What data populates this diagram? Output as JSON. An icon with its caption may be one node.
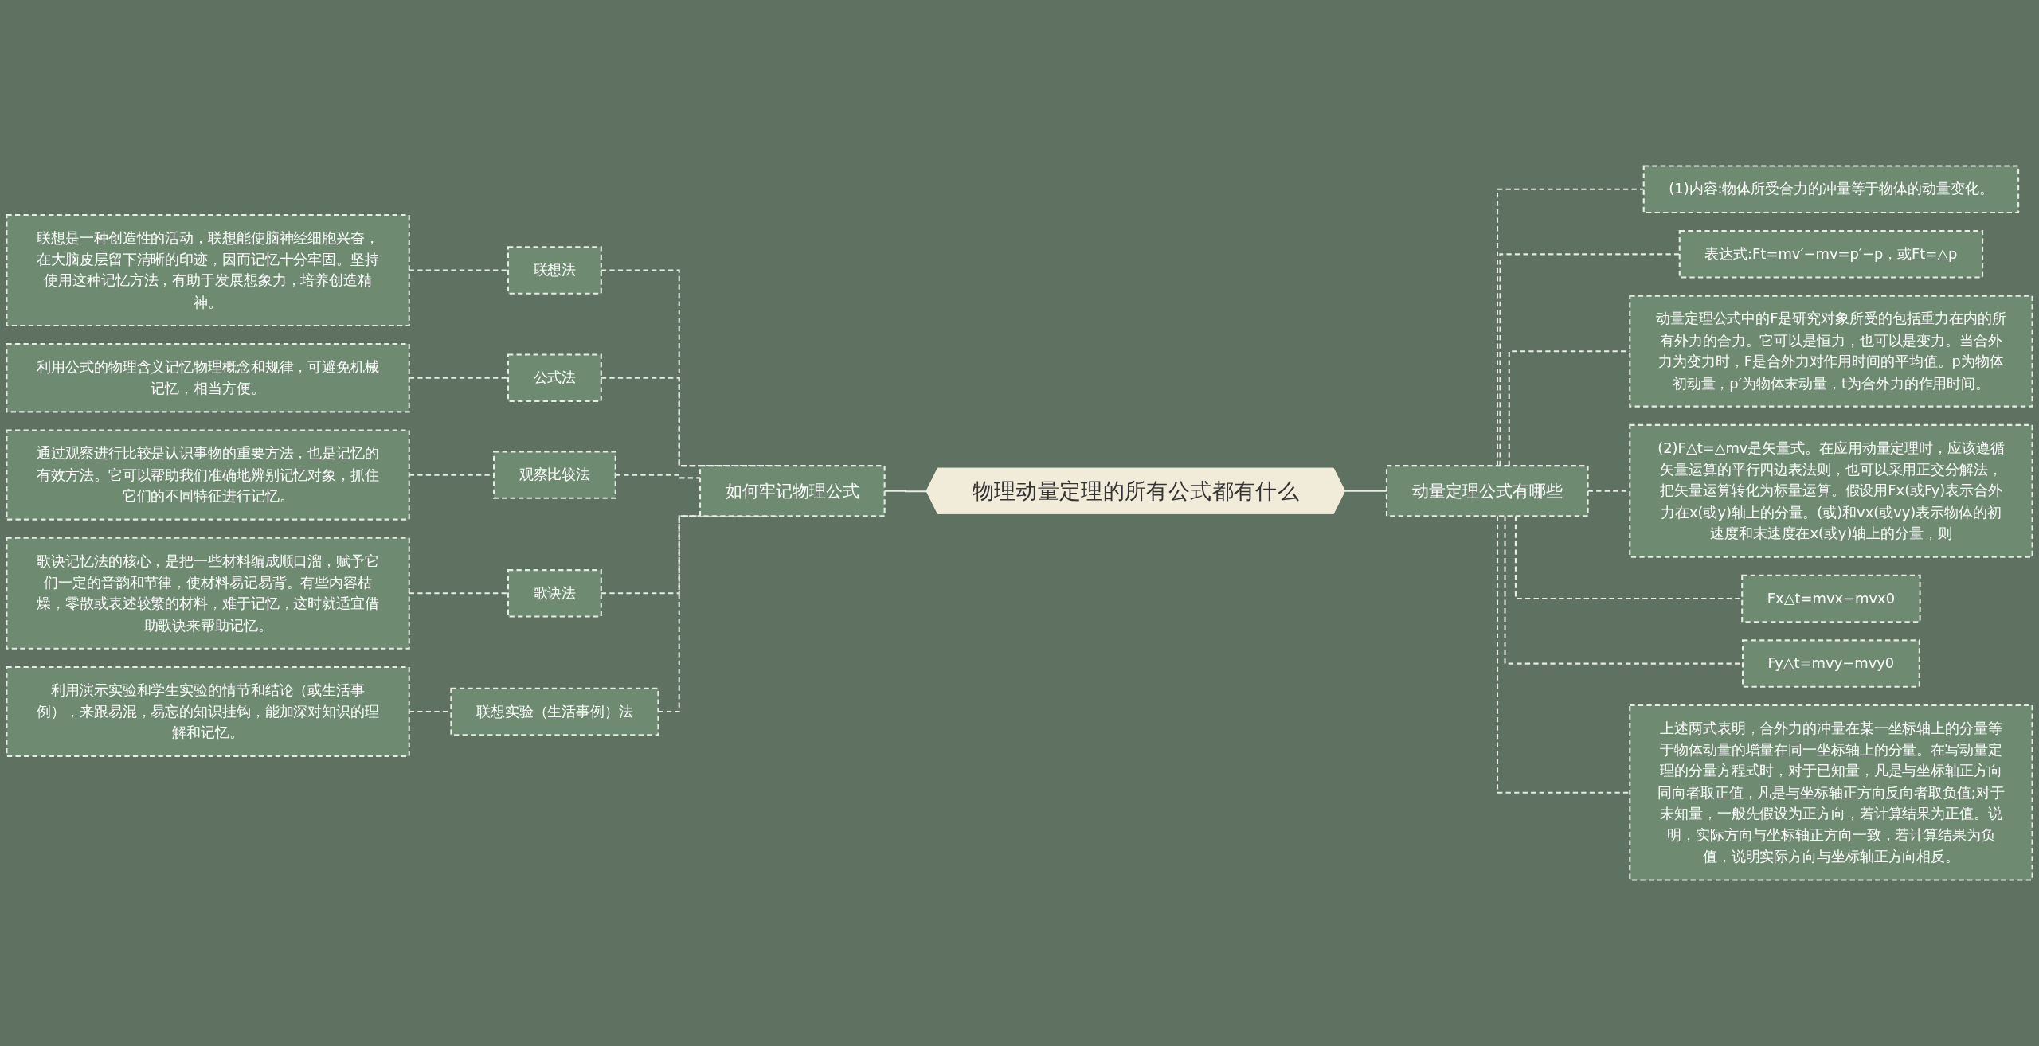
{
  "diagram": {
    "nodes": [
      {
        "text": [
          "物理动量定理的所有公式都有什么"
        ]
      },
      {
        "text": [
          "如何牢记物理公式"
        ]
      },
      {
        "text": [
          "联想法"
        ]
      },
      {
        "text": [
          "联想是一种创造性的活动，联想能使脑神经细胞兴奋，在大脑皮层留下清晰的印迹，因而记忆十分牢固。坚持使用这种记忆方法，有助于发展想象力，培养创造精神。"
        ]
      },
      {
        "text": [
          "公式法"
        ]
      },
      {
        "text": [
          "利用公式的物理含义记忆物理概念和规律，可避免机械记忆，相当方便。"
        ]
      },
      {
        "text": [
          "观察比较法"
        ]
      },
      {
        "text": [
          "通过观察进行比较是认识事物的重要方法，也是记忆的有效方法。它可以帮助我们准确地辨别记忆对象，抓住它们的不同特征进行记忆。"
        ]
      },
      {
        "text": [
          "歌诀法"
        ]
      },
      {
        "text": [
          "歌诀记忆法的核心，是把一些材料编成顺口溜，赋予它们一定的音韵和节律，使材料易记易背。有些内容枯燥，零散或表述较繁的材料，难于记忆，这时就适宜借助歌诀来帮助记忆。"
        ]
      },
      {
        "text": [
          "联想实验（生活事例）法"
        ]
      },
      {
        "text": [
          "利用演示实验和学生实验的情节和结论（或生活事例），来跟易混，易忘的知识挂钩，能加深对知识的理解和记忆。"
        ]
      },
      {
        "text": [
          "动量定理公式有哪些"
        ]
      },
      {
        "text": [
          "(1)内容:物体所受合力的冲量等于物体的动量变化。"
        ]
      },
      {
        "text": [
          "表达式:Ft=mv′−mv=p′−p，或Ft=△p"
        ]
      },
      {
        "text": [
          "动量定理公式中的F是研究对象所受的包括重力在内的所有外力的合力。它可以是恒力，也可以是变力。当合外力为变力时，F是合外力对作用时间的平均值。p为物体初动量，p′为物体末动量，t为合外力的作用时间。"
        ]
      },
      {
        "text": [
          "(2)F△t=△mv是矢量式。在应用动量定理时，应该遵循矢量运算的平行四边表法则，也可以采用正交分解法，把矢量运算转化为标量运算。假设用Fx(或Fy)表示合外力在x(或y)轴上的分量。(或)和vx(或vy)表示物体的初速度和末速度在x(或y)轴上的分量，则"
        ]
      },
      {
        "text": [
          "Fx△t=mvx−mvx0"
        ]
      },
      {
        "text": [
          "Fy△t=mvy−mvy0"
        ]
      },
      {
        "text": [
          "上述两式表明，合外力的冲量在某一坐标轴上的分量等于物体动量的增量在同一坐标轴上的分量。在写动量定理的分量方程式时，对于已知量，凡是与坐标轴正方向同向者取正值，凡是与坐标轴正方向反向者取负值;对于未知量，一般先假设为正方向，若计算结果为正值。说明，实际方向与坐标轴正方向一致，若计算结果为负值，说明实际方向与坐标轴正方向相反。"
        ]
      }
    ],
    "edges": [
      {
        "from": 0,
        "to": 1,
        "arrow": "none"
      },
      {
        "from": 1,
        "to": 2,
        "arrow": "none",
        "style": "dashed"
      },
      {
        "from": 2,
        "to": 3,
        "arrow": "none",
        "style": "dashed"
      },
      {
        "from": 1,
        "to": 4,
        "arrow": "none",
        "style": "dashed"
      },
      {
        "from": 4,
        "to": 5,
        "arrow": "none",
        "style": "dashed"
      },
      {
        "from": 1,
        "to": 6,
        "arrow": "none",
        "style": "dashed"
      },
      {
        "from": 6,
        "to": 7,
        "arrow": "none",
        "style": "dashed"
      },
      {
        "from": 1,
        "to": 8,
        "arrow": "none",
        "style": "dashed"
      },
      {
        "from": 8,
        "to": 9,
        "arrow": "none",
        "style": "dashed"
      },
      {
        "from": 1,
        "to": 10,
        "arrow": "none",
        "style": "dashed"
      },
      {
        "from": 10,
        "to": 11,
        "arrow": "none",
        "style": "dashed"
      },
      {
        "from": 0,
        "to": 12,
        "arrow": "none"
      },
      {
        "from": 12,
        "to": 13,
        "arrow": "none",
        "style": "dashed"
      },
      {
        "from": 12,
        "to": 14,
        "arrow": "none",
        "style": "dashed"
      },
      {
        "from": 12,
        "to": 15,
        "arrow": "none",
        "style": "dashed"
      },
      {
        "from": 12,
        "to": 16,
        "arrow": "none",
        "style": "dashed"
      },
      {
        "from": 12,
        "to": 17,
        "arrow": "none",
        "style": "dashed"
      },
      {
        "from": 12,
        "to": 18,
        "arrow": "none",
        "style": "dashed"
      },
      {
        "from": 12,
        "to": 19,
        "arrow": "none",
        "style": "dashed"
      }
    ]
  }
}
